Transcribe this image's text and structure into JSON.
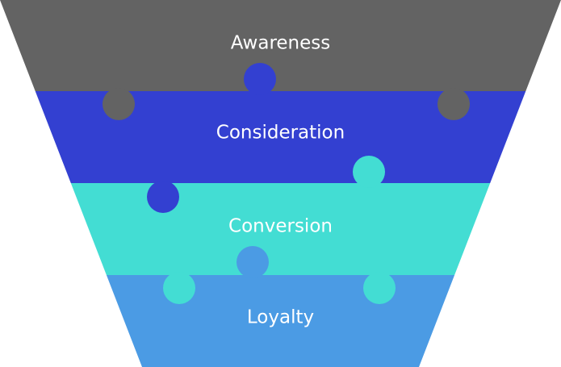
{
  "funnel": {
    "stages": [
      {
        "label": "Awareness",
        "color": "#636363"
      },
      {
        "label": "Consideration",
        "color": "#3340d1"
      },
      {
        "label": "Conversion",
        "color": "#43ddd3"
      },
      {
        "label": "Loyalty",
        "color": "#4b9be4"
      }
    ]
  }
}
